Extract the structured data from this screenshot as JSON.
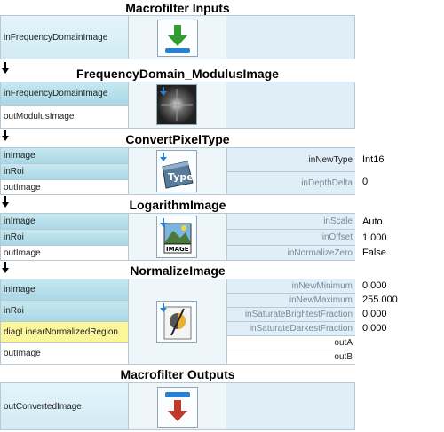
{
  "blocks": {
    "inputs": {
      "title": "Macrofilter Inputs",
      "out1": "inFrequencyDomainImage"
    },
    "modulus": {
      "title": "FrequencyDomain_ModulusImage",
      "in1": "inFrequencyDomainImage",
      "out1": "outModulusImage"
    },
    "convert": {
      "title": "ConvertPixelType",
      "in1": "inImage",
      "in2": "inRoi",
      "out1": "outImage",
      "p1": "inNewType",
      "p2": "inDepthDelta",
      "v1": "Int16",
      "v2": "0",
      "icon_text": "Type"
    },
    "log": {
      "title": "LogarithmImage",
      "in1": "inImage",
      "in2": "inRoi",
      "out1": "outImage",
      "p1": "inScale",
      "p2": "inOffset",
      "p3": "inNormalizeZero",
      "v1": "Auto",
      "v2": "1.000",
      "v3": "False",
      "icon_text": "IMAGE"
    },
    "normalize": {
      "title": "NormalizeImage",
      "in1": "inImage",
      "in2": "inRoi",
      "diag": "diagLinearNormalizedRegion",
      "out1": "outImage",
      "p1": "inNewMinimum",
      "p2": "inNewMaximum",
      "p3": "inSaturateBrightestFraction",
      "p4": "inSaturateDarkestFraction",
      "o1": "outA",
      "o2": "outB",
      "v1": "0.000",
      "v2": "255.000",
      "v3": "0.000",
      "v4": "0.000"
    },
    "outputs": {
      "title": "Macrofilter Outputs",
      "in1": "outConvertedImage"
    }
  },
  "colors": {
    "accent_green": "#2f9e2f",
    "accent_blue": "#2a7fd0",
    "accent_red": "#c0392b",
    "diag_yellow": "#fbf69a"
  }
}
